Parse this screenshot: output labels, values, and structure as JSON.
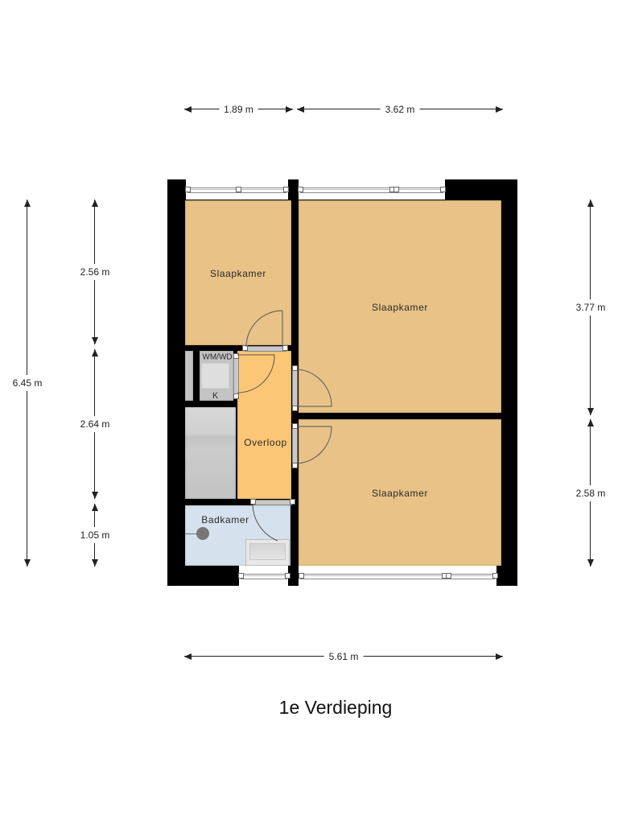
{
  "title": "1e Verdieping",
  "rooms": {
    "slaapkamer_small": "Slaapkamer",
    "slaapkamer_large": "Slaapkamer",
    "slaapkamer_bottom": "Slaapkamer",
    "overloop": "Overloop",
    "badkamer": "Badkamer",
    "wm_wd": "WM/WD",
    "k": "K"
  },
  "dimensions": {
    "top_left": "1.89 m",
    "top_right": "3.62 m",
    "bottom": "5.61 m",
    "left_total": "6.45 m",
    "left_1": "2.56 m",
    "left_2": "2.64 m",
    "left_3": "1.05 m",
    "right_1": "3.77 m",
    "right_2": "2.58 m"
  },
  "colors": {
    "bedroom": "#e8c286",
    "hallway": "#fbc675",
    "bathroom": "#d5e1ec",
    "utility": "#c4c4c4",
    "wall": "#000000"
  }
}
